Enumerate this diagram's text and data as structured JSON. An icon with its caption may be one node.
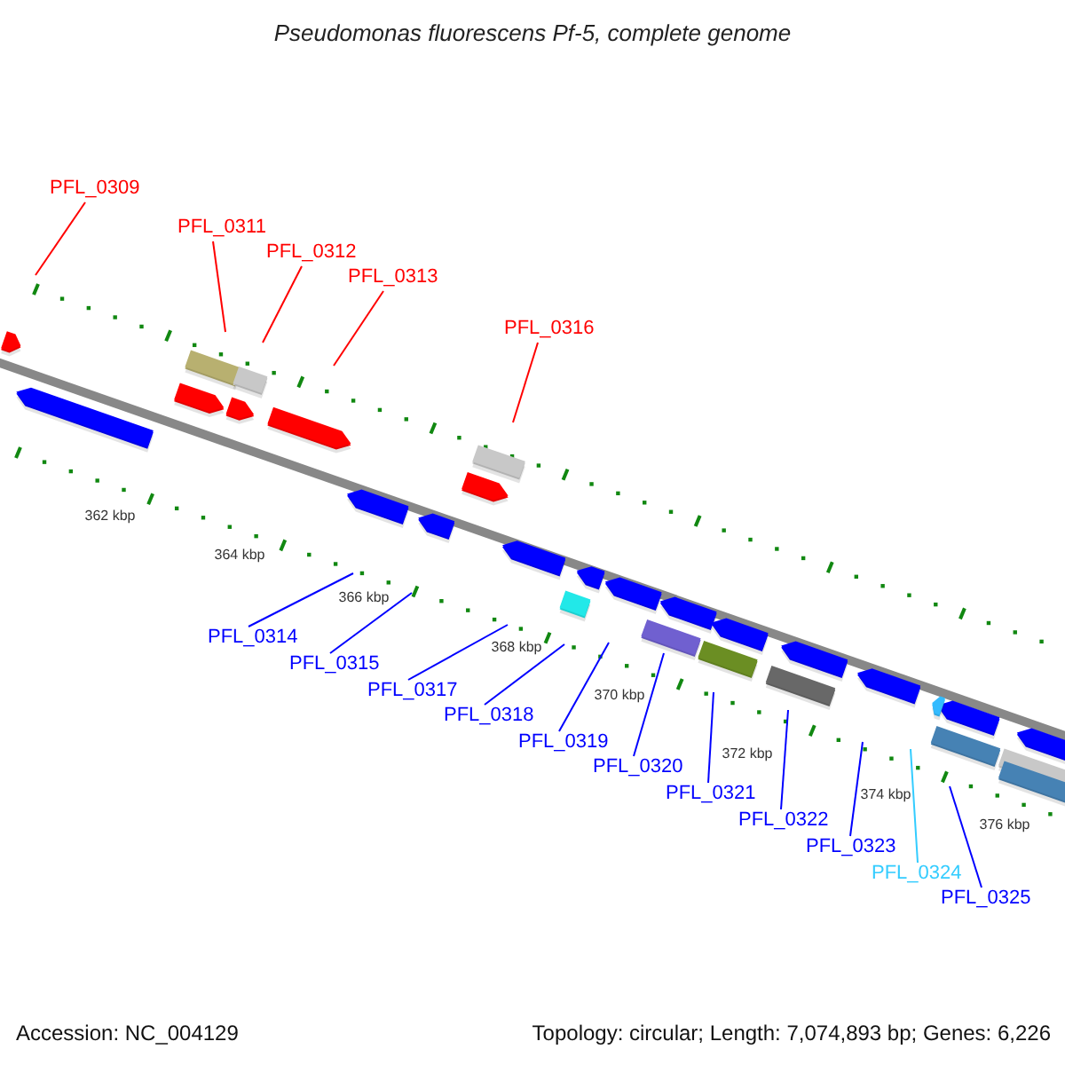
{
  "diagram": {
    "title": "Pseudomonas fluorescens Pf-5, complete genome",
    "nodes": [
      {
        "text": [
          "PFL_0309"
        ]
      },
      {
        "text": [
          "PFL_0311"
        ]
      },
      {
        "text": [
          "PFL_0312"
        ]
      },
      {
        "text": [
          "PFL_0313"
        ]
      },
      {
        "text": [
          "PFL_0316"
        ]
      },
      {
        "text": [
          "PFL_0314"
        ]
      },
      {
        "text": [
          "PFL_0315"
        ]
      },
      {
        "text": [
          "PFL_0317"
        ]
      },
      {
        "text": [
          "PFL_0318"
        ]
      },
      {
        "text": [
          "PFL_0319"
        ]
      },
      {
        "text": [
          "PFL_0320"
        ]
      },
      {
        "text": [
          "PFL_0321"
        ]
      },
      {
        "text": [
          "PFL_0322"
        ]
      },
      {
        "text": [
          "PFL_0323"
        ]
      },
      {
        "text": [
          "PFL_0324"
        ]
      },
      {
        "text": [
          "PFL_0325"
        ]
      }
    ],
    "edges": [
      {
        "from": 0,
        "to": null,
        "arrow": "none",
        "color": "#ff0000"
      },
      {
        "from": 1,
        "to": null,
        "arrow": "none",
        "color": "#ff0000"
      },
      {
        "from": 2,
        "to": null,
        "arrow": "none",
        "color": "#ff0000"
      },
      {
        "from": 3,
        "to": null,
        "arrow": "none",
        "color": "#ff0000"
      },
      {
        "from": 4,
        "to": null,
        "arrow": "none",
        "color": "#ff0000"
      },
      {
        "from": 5,
        "to": null,
        "arrow": "none"
      },
      {
        "from": 6,
        "to": null,
        "arrow": "none"
      },
      {
        "from": 7,
        "to": null,
        "arrow": "none"
      },
      {
        "from": 8,
        "to": null,
        "arrow": "none"
      },
      {
        "from": 9,
        "to": null,
        "arrow": "none"
      },
      {
        "from": 10,
        "to": null,
        "arrow": "none"
      },
      {
        "from": 11,
        "to": null,
        "arrow": "none"
      },
      {
        "from": 12,
        "to": null,
        "arrow": "none"
      },
      {
        "from": 13,
        "to": null,
        "arrow": "none"
      },
      {
        "from": 14,
        "to": null,
        "arrow": "none",
        "color": "#33ccff"
      },
      {
        "from": 15,
        "to": null,
        "arrow": "none"
      }
    ],
    "labels": [
      "362 kbp",
      "364 kbp",
      "366 kbp",
      "368 kbp",
      "370 kbp",
      "372 kbp",
      "374 kbp",
      "376 kbp",
      "Accession: NC_004129",
      "Topology: circular; Length: 7,074,893 bp; Genes: 6,226"
    ]
  }
}
